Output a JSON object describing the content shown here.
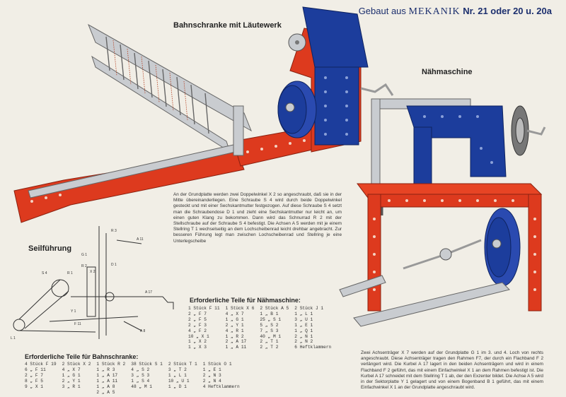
{
  "header": {
    "prefix": "Gebaut aus",
    "brand": "MEKANIK",
    "model": "Nr. 21 oder 20 u. 20a"
  },
  "titles": {
    "barrier": "Bahnschranke mit Läutewerk",
    "sewing": "Nähmaschine",
    "rope": "Seilführung"
  },
  "barrier_text": "An der Grundplatte werden zwei Doppelwinkel X 2 so angeschraubt, daß sie in der Mitte übereinanderliegen. Eine Schraube S 4 wird durch beide Doppelwinkel gesteckt und mit einer Sechskantmutter festgezogen. Auf diese Schraube S 4 setzt man die Schraubendose D 1 und zieht eine Sechskantmutter nur leicht an, um einen guten Klang zu bekommen. Dann wird das Schnurrad R 2 mit der Stellschraube auf der Schraube S 4 befestigt. Die Achsen A 5 werden mit je einem Stellring T 1 wechselseitig an dem Lochscheibenrad leicht drehbar angebracht. Zur besseren Führung legt man zwischen Lochscheibenrad und Stellring je eine Unterlegscheibe",
  "sewing_text": "Zwei Achsenträger X 7 werden auf der Grundplatte G 1 im 3. und 4. Loch von rechts angeschraubt. Diese Achsenträger tragen den Rahmen F7, der durch ein Flachband F 2 verlängert wird. Die Kurbel A 17 lagert in den beiden Achsenträgern und wird in einem Flachband F 2 geführt, das mit einem Einfachwinkel X 1 an dem Rahmen befestigt ist. Die Kurbel A 17 schneidet mit dem Stellring T 1 ab, der den Exzenter bildet. Die Achse A 5 wird in der Sektorplatte Y 1 gelagert und von einem Bogenband B 1 geführt, das mit einem Einfachwinkel X 1 an der Grundplatte angeschraubt wird.",
  "sewing_parts": {
    "title": "Erforderliche Teile für Nähmaschine:",
    "columns": [
      [
        "1 Stück F 11",
        "2   „    F 7",
        "2   „    F 5",
        "2   „    F 3",
        "4   „    F 2",
        "10  „    X 1",
        "1   „    X 2",
        "1   „    X 3"
      ],
      [
        "1 Stück X 6",
        "4   „    X 7",
        "1   „    G 1",
        "2   „    Y 1",
        "4   „    R 1",
        "1   „    R 2",
        "2   „    A 17",
        "1   „    A 11"
      ],
      [
        "2 Stück A 5",
        "1   „    B 1",
        "25  „    S 1",
        "5   „    S 2",
        "7   „    S 3",
        "40  „    M 1",
        "2   „    T 1",
        "2   „    T 2"
      ],
      [
        "2 Stück J 1",
        "1   „    L 1",
        "3   „    U 1",
        "1   „    E 1",
        "1   „    Q 1",
        "2   „    N 1",
        "2   „    N 2",
        "6   Heftklammern"
      ]
    ]
  },
  "barrier_parts": {
    "title": "Erforderliche Teile für Bahnschranke:",
    "columns": [
      [
        "4 Stück F 19",
        "6   „    F 11",
        "2   „    F 7",
        "8   „    F 5",
        "9   „    X 1"
      ],
      [
        "2 Stück X 2",
        "4   „    X 7",
        "1   „    G 1",
        "2   „    Y 1",
        "3   „    R 1"
      ],
      [
        "1 Stück R 2",
        "1   „    R 3",
        "1   „    A 17",
        "1   „    A 11",
        "1   „    A 8",
        "2   „    A 5"
      ],
      [
        "38 Stück S 1",
        "4   „    S 2",
        "3   „    S 3",
        "1   „    S 4",
        "48  „    M 1"
      ],
      [
        "2 Stück T 1",
        "3   „    T 2",
        "1   „    L 1",
        "10  „    U 1",
        "1   „    D 1"
      ],
      [
        "1 Stück O 1",
        "1   „    E 1",
        "2   „    N 3",
        "2   „    N 4",
        "4   Heftklammern"
      ]
    ]
  },
  "diagram_labels": [
    "A 11",
    "R 3",
    "G 1",
    "D 1",
    "S 4",
    "R 1",
    "R 2",
    "X 2",
    "A 17",
    "Y 1",
    "F 11",
    "A 8",
    "L 1"
  ],
  "colors": {
    "red": "#dd3a1e",
    "blue": "#1c3d9c",
    "steel": "#bfc2c6",
    "paper": "#f1eee6"
  }
}
